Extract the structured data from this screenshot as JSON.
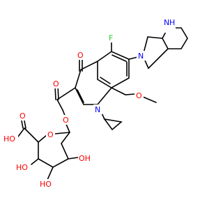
{
  "colors": {
    "background": "#ffffff",
    "bond": "#000000",
    "oxygen": "#ff0000",
    "nitrogen": "#0000ff",
    "fluorine": "#33cc33"
  },
  "atoms": {
    "nh_1": "N",
    "nh_2": "H",
    "f": "F",
    "n_pyrrolidine": "N",
    "o_keto": "O",
    "o_methoxy": "O",
    "o_ester_carbonyl": "O",
    "o_ester_link": "O",
    "n_quinoline": "N",
    "o_acid_carbonyl": "O",
    "acid_group": "HO",
    "o_ring": "O",
    "oh_left": "HO",
    "oh_right": "OH",
    "oh_bottom": "HO"
  }
}
